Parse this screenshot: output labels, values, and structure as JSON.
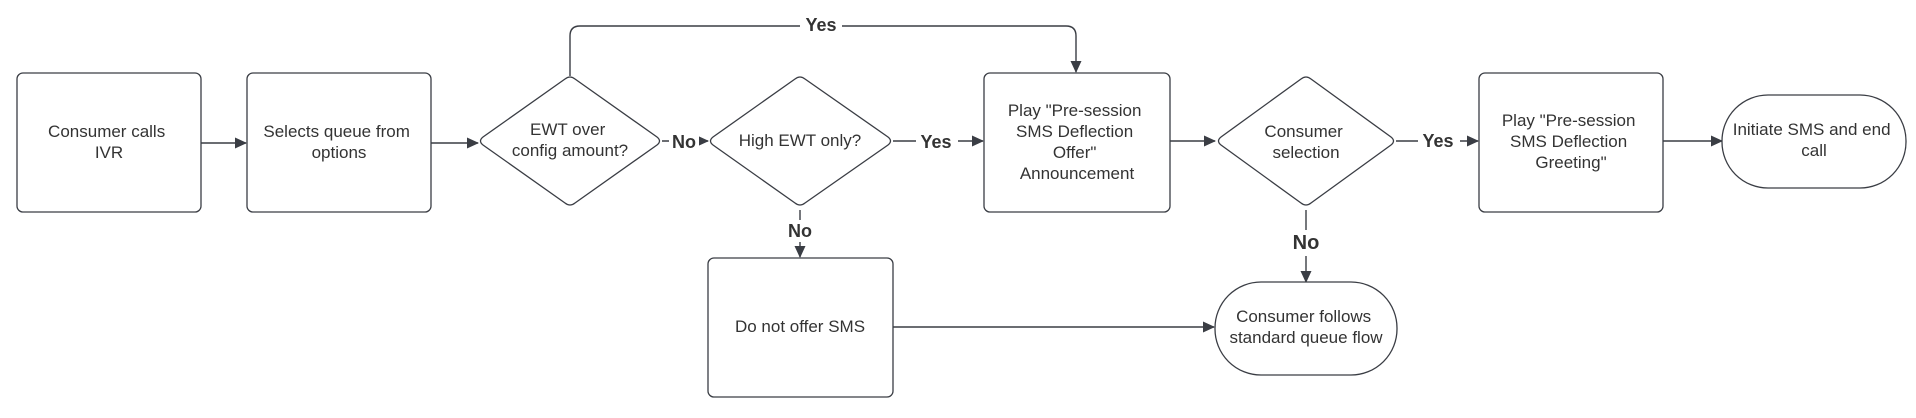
{
  "nodes": {
    "consumer_calls": {
      "shape": "rectangle",
      "lines": [
        "Consumer calls",
        "IVR"
      ]
    },
    "selects_queue": {
      "shape": "rectangle",
      "lines": [
        "Selects queue from",
        "options"
      ]
    },
    "ewt_over": {
      "shape": "decision",
      "lines": [
        "EWT over",
        "config amount?"
      ]
    },
    "high_ewt": {
      "shape": "decision",
      "lines": [
        "High EWT only?"
      ]
    },
    "play_offer": {
      "shape": "rectangle",
      "lines": [
        "Play \"Pre-session",
        "SMS Deflection",
        "Offer\"",
        "Announcement"
      ]
    },
    "consumer_selection": {
      "shape": "decision",
      "lines": [
        "Consumer",
        "selection"
      ]
    },
    "play_greeting": {
      "shape": "rectangle",
      "lines": [
        "Play \"Pre-session",
        "SMS Deflection",
        "Greeting\""
      ]
    },
    "initiate_sms": {
      "shape": "terminator",
      "lines": [
        "Initiate SMS and end",
        "call"
      ]
    },
    "do_not_offer": {
      "shape": "rectangle",
      "lines": [
        "Do not offer SMS"
      ]
    },
    "standard_flow": {
      "shape": "terminator",
      "lines": [
        "Consumer follows",
        "standard queue flow"
      ]
    }
  },
  "edges": [
    {
      "from": "consumer_calls",
      "to": "selects_queue",
      "label": ""
    },
    {
      "from": "selects_queue",
      "to": "ewt_over",
      "label": ""
    },
    {
      "from": "ewt_over",
      "to": "play_offer",
      "label": "Yes"
    },
    {
      "from": "ewt_over",
      "to": "high_ewt",
      "label": "No"
    },
    {
      "from": "high_ewt",
      "to": "play_offer",
      "label": "Yes"
    },
    {
      "from": "high_ewt",
      "to": "do_not_offer",
      "label": "No"
    },
    {
      "from": "play_offer",
      "to": "consumer_selection",
      "label": ""
    },
    {
      "from": "consumer_selection",
      "to": "play_greeting",
      "label": "Yes"
    },
    {
      "from": "consumer_selection",
      "to": "standard_flow",
      "label": "No"
    },
    {
      "from": "play_greeting",
      "to": "initiate_sms",
      "label": ""
    },
    {
      "from": "do_not_offer",
      "to": "standard_flow",
      "label": ""
    }
  ],
  "colors": {
    "stroke": "#3a3d44",
    "text": "#333333",
    "background": "#ffffff"
  }
}
